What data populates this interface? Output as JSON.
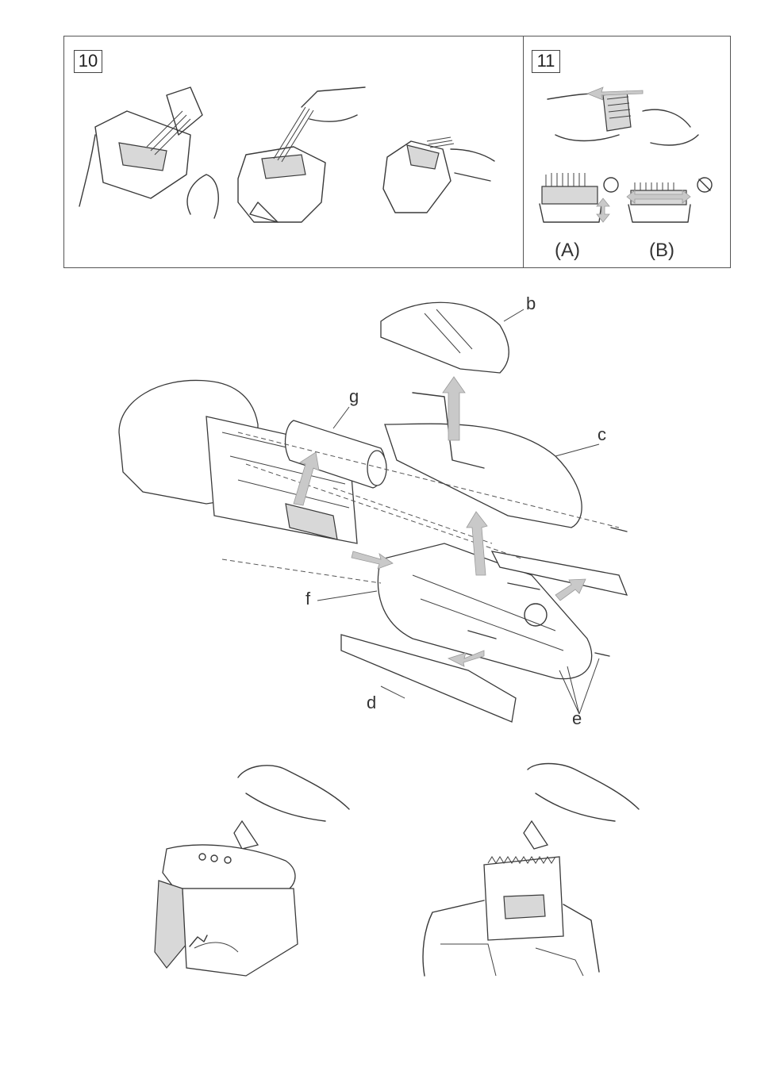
{
  "steps": {
    "step10": {
      "number": "10"
    },
    "step11": {
      "number": "11",
      "label_a": "(A)",
      "label_b": "(B)"
    }
  },
  "diagram": {
    "labels": {
      "b": "b",
      "c": "c",
      "d": "d",
      "e": "e",
      "f": "f",
      "g": "g"
    }
  },
  "icons": {
    "ok": "circle-ok-icon",
    "not_ok": "prohibited-icon",
    "brand": "brand-logo-icon"
  }
}
